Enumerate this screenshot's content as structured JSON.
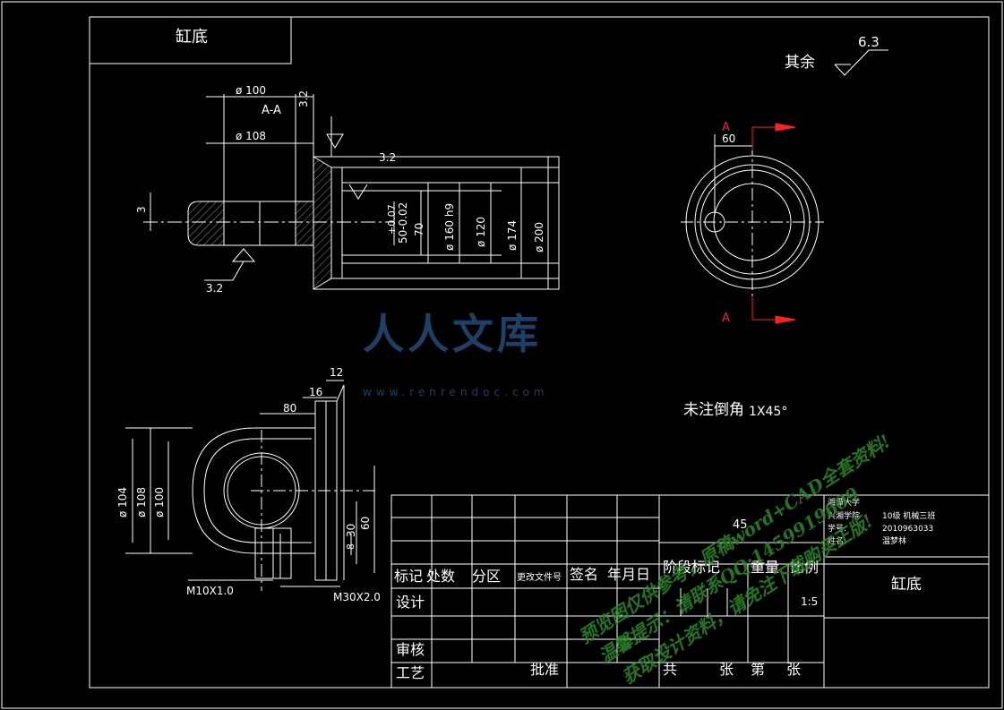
{
  "title_box": {
    "label": "缸底"
  },
  "roughness": {
    "prefix": "其余",
    "value": "6.3"
  },
  "section_label": "A-A",
  "section_marks": [
    "A",
    "A"
  ],
  "dims_front": {
    "d100": "ø 100",
    "d108": "ø 108",
    "r32_top": "3.2",
    "r32_mid": "3.2",
    "r32_bottom": "3.2",
    "three": "3",
    "tol": "+0.07",
    "tol2": "50-0.02",
    "seventy": "70",
    "d160": "ø 160 h9",
    "d120": "ø 120",
    "d174": "ø 174",
    "d200": "ø 200"
  },
  "dims_side": {
    "sixty": "60"
  },
  "dims_bottom": {
    "twelve": "12",
    "sixteen": "16",
    "eighty": "80",
    "d104": "ø 104",
    "d108": "ø 108",
    "d100": "ø 100",
    "sixty_v": "60",
    "thirty_v": "30",
    "eight_v": "8",
    "m10": "M10X1.0",
    "m30": "M30X2.0"
  },
  "chamfer_note": {
    "label": "未注倒角",
    "value": "1X45°"
  },
  "watermark_logo": {
    "text": "人人文库",
    "url": "www.renrendoc.com"
  },
  "watermark_promo": [
    "预览图仅供参考，原稿word+CAD全套资料!",
    "温馨提示：请联系QQ:1459919609",
    "获取设计资料，请免注下载购买正版!"
  ],
  "title_block": {
    "school": "湘潭大学",
    "college": "兴湘学院",
    "class_info": "10级  机械三班",
    "student_no_label": "学号:",
    "student_no": "2010963033",
    "name_label": "姓名:",
    "name": "温梦林",
    "material": "45",
    "drawing_name": "缸底",
    "h_mark": "标记",
    "h_count": "处数",
    "h_zone": "分区",
    "h_doc": "更改文件号",
    "h_sign": "签名",
    "h_date": "年月日",
    "h_stage": "阶段标记",
    "h_weight": "重量",
    "h_scale": "比例",
    "design": "设计",
    "scale_val": "1:5",
    "review": "审核",
    "process": "工艺",
    "approve": "批准",
    "total": "共",
    "sheet1": "张",
    "page": "第",
    "sheet2": "张"
  }
}
